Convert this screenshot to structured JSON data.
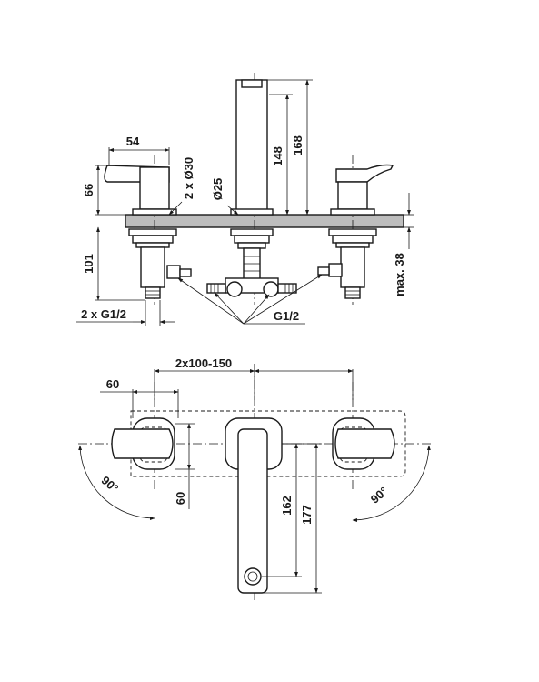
{
  "elevation": {
    "dims": {
      "d54": "54",
      "d66": "66",
      "d101": "101",
      "d2x30": "2 x Ø30",
      "d25": "Ø25",
      "d148": "148",
      "d168": "168",
      "dmax38": "max. 38",
      "d2xg12": "2 x G1/2",
      "dg12": "G1/2"
    }
  },
  "plan": {
    "dims": {
      "d2x100": "2x100-150",
      "d60h": "60",
      "d60v": "60",
      "d162": "162",
      "d177": "177",
      "d90l": "90°",
      "d90r": "90°"
    }
  }
}
